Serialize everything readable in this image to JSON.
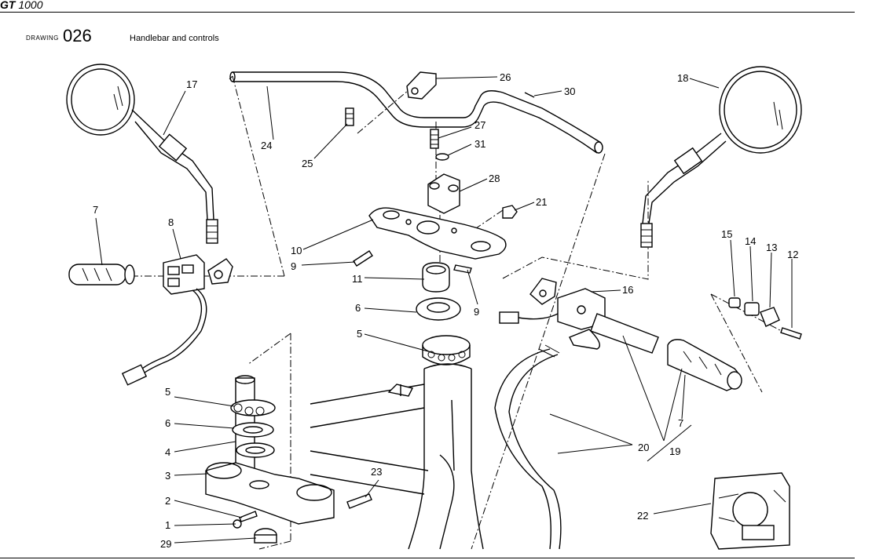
{
  "header": {
    "model": "GT",
    "model_number": "1000"
  },
  "drawing": {
    "label": "DRAWING",
    "number": "026",
    "title": "Handlebar and controls"
  },
  "callouts": {
    "c1": "1",
    "c2": "2",
    "c3": "3",
    "c4": "4",
    "c5a": "5",
    "c5b": "5",
    "c6a": "6",
    "c6b": "6",
    "c7a": "7",
    "c7b": "7",
    "c8": "8",
    "c9a": "9",
    "c9b": "9",
    "c10": "10",
    "c11": "11",
    "c12": "12",
    "c13": "13",
    "c14": "14",
    "c15": "15",
    "c16": "16",
    "c17": "17",
    "c18": "18",
    "c19": "19",
    "c20": "20",
    "c21": "21",
    "c22": "22",
    "c23": "23",
    "c24": "24",
    "c25": "25",
    "c26": "26",
    "c27": "27",
    "c28": "28",
    "c29": "29",
    "c30": "30",
    "c31": "31"
  }
}
